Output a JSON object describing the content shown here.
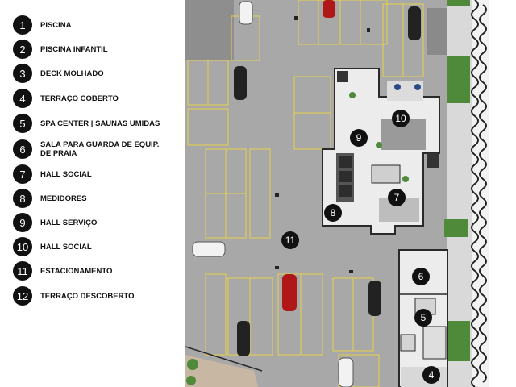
{
  "legend": [
    {
      "num": "1",
      "label": "PISCINA"
    },
    {
      "num": "2",
      "label": "PISCINA INFANTIL"
    },
    {
      "num": "3",
      "label": "DECK MOLHADO"
    },
    {
      "num": "4",
      "label": "TERRAÇO COBERTO"
    },
    {
      "num": "5",
      "label": "SPA CENTER | SAUNAS UMIDAS"
    },
    {
      "num": "6",
      "label": "SALA PARA GUARDA DE EQUIP.",
      "label2": "DE PRAIA"
    },
    {
      "num": "7",
      "label": "HALL SOCIAL"
    },
    {
      "num": "8",
      "label": "MEDIDORES"
    },
    {
      "num": "9",
      "label": "HALL SERVIÇO"
    },
    {
      "num": "10",
      "label": "HALL SOCIAL"
    },
    {
      "num": "11",
      "label": "ESTACIONAMENTO"
    },
    {
      "num": "12",
      "label": "TERRAÇO DESCOBERTO"
    }
  ],
  "plan_markers": [
    "10",
    "9",
    "7",
    "8",
    "11",
    "6",
    "5",
    "4"
  ],
  "colors": {
    "asphalt": "#a8a8a8",
    "parking_line": "#e6d24a",
    "building_floor": "#ececec",
    "wall": "#2a2a2a",
    "grass": "#4e8a3a",
    "car_red": "#b01818",
    "car_white": "#f2f2f2",
    "car_black": "#222222",
    "marker": "#111111"
  }
}
